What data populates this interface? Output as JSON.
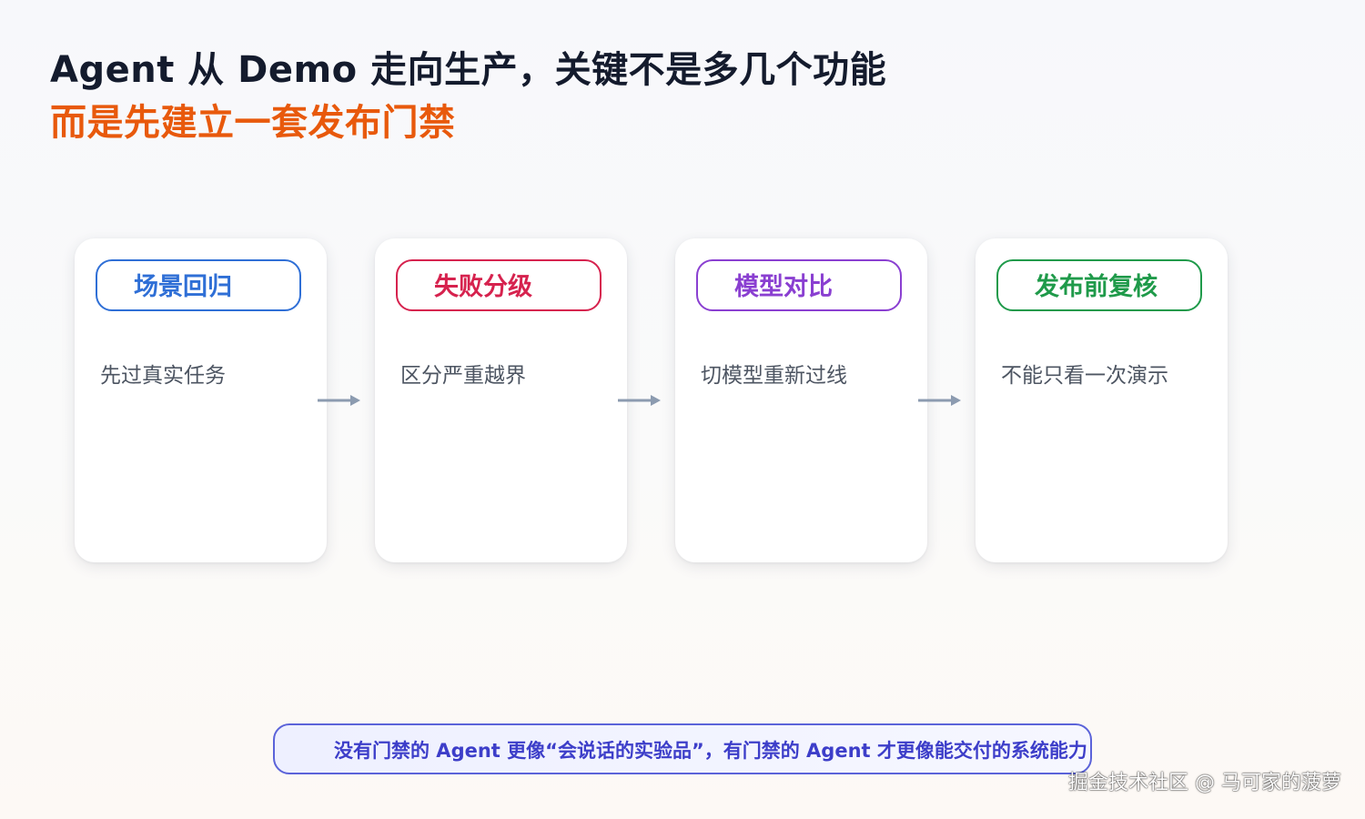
{
  "title": {
    "line1": "Agent 从 Demo 走向生产，关键不是多几个功能",
    "line2": "而是先建立一套发布门禁"
  },
  "steps": [
    {
      "label": "场景回归",
      "desc": "先过真实任务",
      "color": "#2f6fd6"
    },
    {
      "label": "失败分级",
      "desc": "区分严重越界",
      "color": "#d6224e"
    },
    {
      "label": "模型对比",
      "desc": "切模型重新过线",
      "color": "#8a3fd1"
    },
    {
      "label": "发布前复核",
      "desc": "不能只看一次演示",
      "color": "#1f9a4a"
    }
  ],
  "arrow_color": "#8c9bb0",
  "footer": {
    "text": "没有门禁的 Agent 更像“会说话的实验品”，有门禁的 Agent 才更像能交付的系统能力",
    "color": "#3d3ec9"
  },
  "watermark": "掘金技术社区 @ 马可家的菠萝",
  "colors": {
    "title": "#141b2d",
    "title_accent": "#e8590c"
  }
}
